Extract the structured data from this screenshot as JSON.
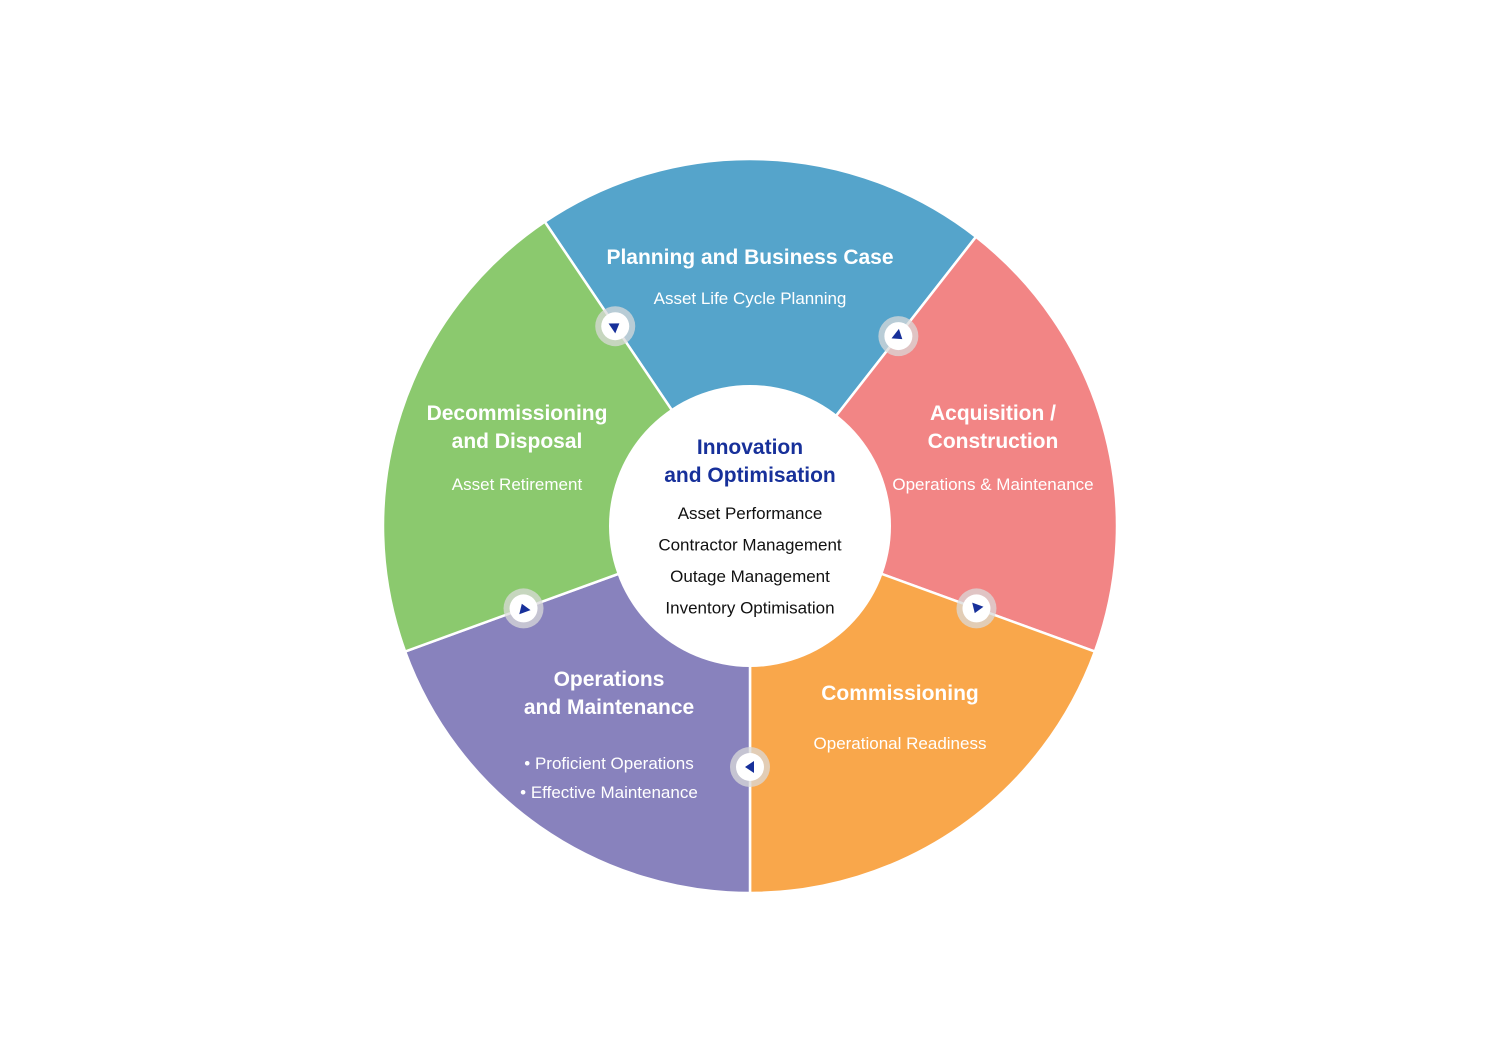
{
  "diagram": {
    "center": {
      "title_lines": [
        "Innovation",
        "and Optimisation"
      ],
      "items": [
        "Asset Performance",
        "Contractor Management",
        "Outage Management",
        "Inventory Optimisation"
      ]
    },
    "segments": [
      {
        "id": "planning",
        "color": "#55a4cb",
        "title_lines": [
          "Planning and Business Case"
        ],
        "subtitle_lines": [
          "Asset Life Cycle Planning"
        ]
      },
      {
        "id": "acquisition",
        "color": "#f28585",
        "title_lines": [
          "Acquisition /",
          "Construction"
        ],
        "subtitle_lines": [
          "Operations & Maintenance"
        ]
      },
      {
        "id": "commissioning",
        "color": "#f9a74b",
        "title_lines": [
          "Commissioning"
        ],
        "subtitle_lines": [
          "Operational Readiness"
        ]
      },
      {
        "id": "operations",
        "color": "#8882bd",
        "title_lines": [
          "Operations",
          "and Maintenance"
        ],
        "subtitle_lines": [
          "• Proficient Operations",
          "• Effective Maintenance"
        ]
      },
      {
        "id": "decommissioning",
        "color": "#8bc96e",
        "title_lines": [
          "Decommissioning",
          "and Disposal"
        ],
        "subtitle_lines": [
          "Asset Retirement"
        ]
      }
    ],
    "arrow_color": "#17309a",
    "arrow_icons": [
      "arrow-icon",
      "arrow-icon",
      "arrow-icon",
      "arrow-icon",
      "arrow-icon"
    ]
  }
}
